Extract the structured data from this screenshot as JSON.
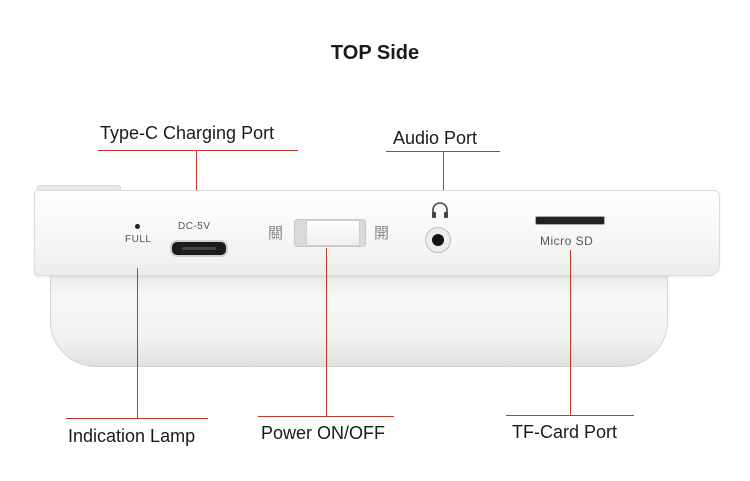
{
  "title": "TOP Side",
  "callouts": {
    "type_c": "Type-C Charging Port",
    "audio": "Audio Port",
    "lamp": "Indication Lamp",
    "power": "Power ON/OFF",
    "tf_card": "TF-Card Port"
  },
  "device_labels": {
    "full": "FULL",
    "dc": "DC-5V",
    "switch_off": "關",
    "switch_on": "開",
    "micro_sd": "Micro SD"
  },
  "colors": {
    "leader_line": "#c0392b",
    "device_body": "#f4f4f4"
  },
  "icons": [
    "headphone-icon"
  ]
}
